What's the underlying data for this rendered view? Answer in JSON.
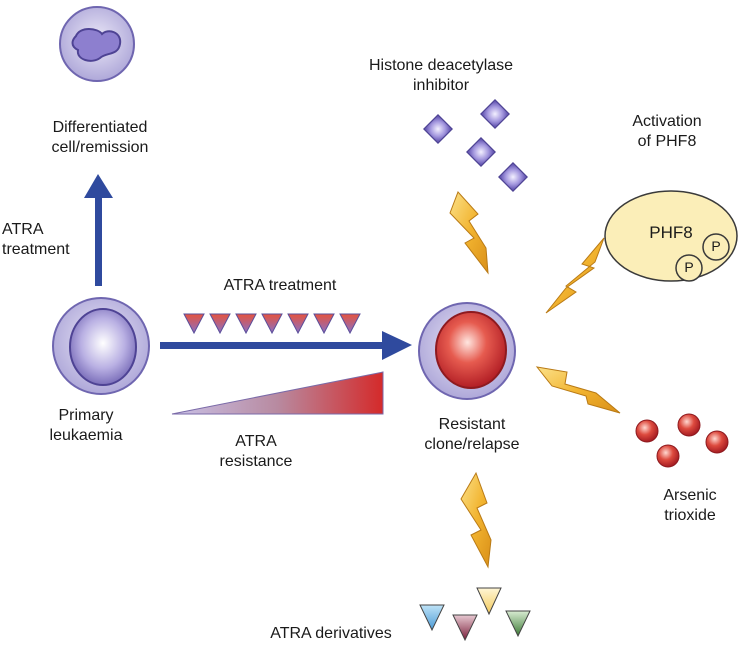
{
  "labels": {
    "differentiated": [
      "Differentiated",
      "cell/remission"
    ],
    "atra_treatment_vertical": [
      "ATRA",
      "treatment"
    ],
    "atra_treatment_horizontal": "ATRA treatment",
    "primary_leukaemia": [
      "Primary",
      "leukaemia"
    ],
    "atra_resistance": [
      "ATRA",
      "resistance"
    ],
    "resistant_clone": [
      "Resistant",
      "clone/relapse"
    ],
    "histone_inhibitor": [
      "Histone deacetylase",
      "inhibitor"
    ],
    "activation_phf8": [
      "Activation",
      "of PHF8"
    ],
    "phf8": "PHF8",
    "phospho": "P",
    "arsenic_trioxide": [
      "Arsenic",
      "trioxide"
    ],
    "atra_derivatives": "ATRA derivatives"
  },
  "colors": {
    "arrow_blue": "#2f4a9e",
    "cell_lavender": "#b9b3de",
    "cell_outline": "#5b4f9a",
    "resistant_red": "#c4262e",
    "lightning_gold": "#f0b030",
    "phf8_fill": "#fbeeb8",
    "diamond_purple": "#7b6fc0",
    "arsenic_red": "#c9372f"
  }
}
